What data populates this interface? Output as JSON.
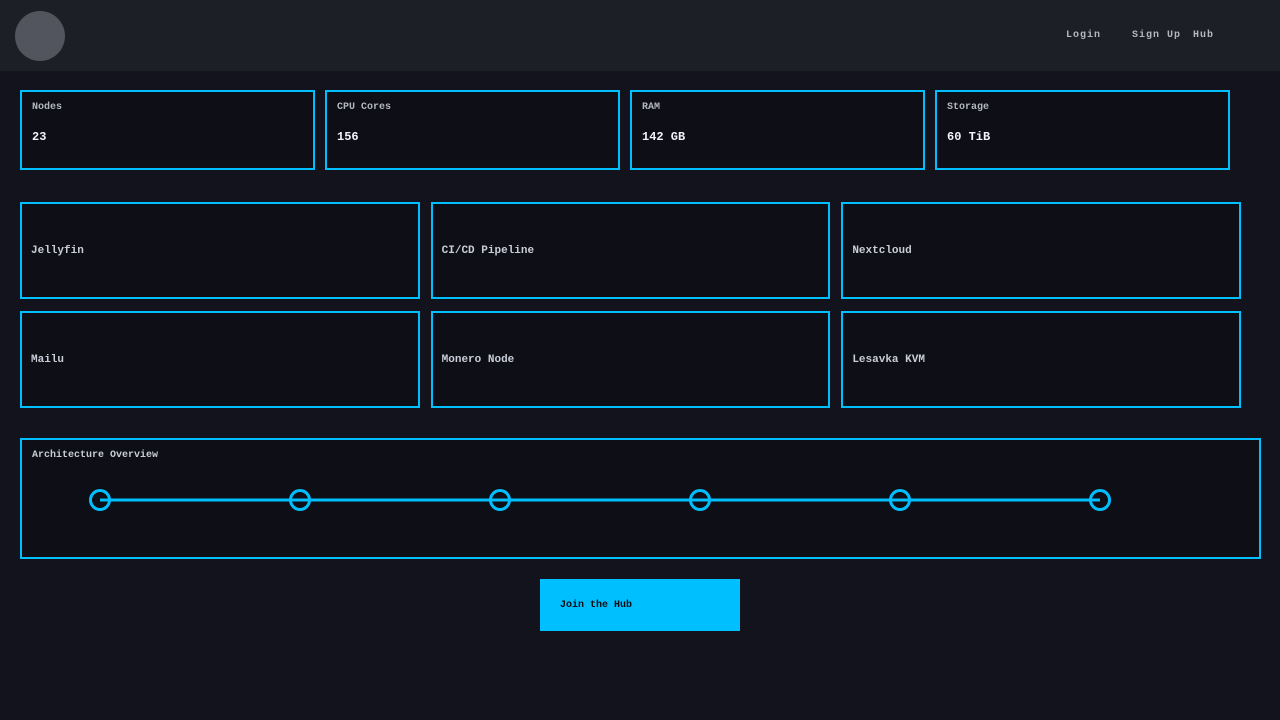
{
  "navbar": {
    "links": [
      {
        "label": "Login"
      },
      {
        "label": "Sign Up"
      },
      {
        "label": "Hub"
      }
    ]
  },
  "stats": [
    {
      "label": "Nodes",
      "value": "23"
    },
    {
      "label": "CPU Cores",
      "value": "156"
    },
    {
      "label": "RAM",
      "value": "142 GB"
    },
    {
      "label": "Storage",
      "value": "60 TiB"
    }
  ],
  "services": [
    {
      "title": "Jellyfin"
    },
    {
      "title": "CI/CD Pipeline"
    },
    {
      "title": "Nextcloud"
    },
    {
      "title": "Mailu"
    },
    {
      "title": "Monero Node"
    },
    {
      "title": "Lesavka KVM"
    }
  ],
  "architecture": {
    "title": "Architecture Overview",
    "node_count": 6
  },
  "cta": {
    "label": "Join the Hub"
  },
  "colors": {
    "accent": "#00bfff",
    "page_bg": "#12131c",
    "navbar_bg": "#1d1f27",
    "card_bg": "#0d0e16",
    "avatar": "#53555e"
  }
}
